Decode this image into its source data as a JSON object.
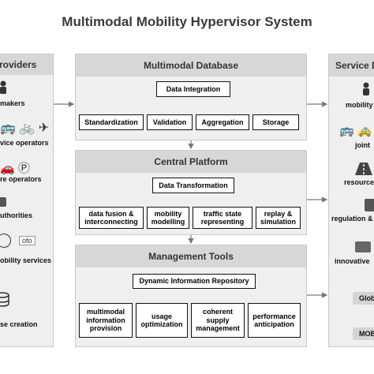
{
  "title": "Multimodal Mobility Hypervisor System",
  "providers": {
    "heading": "roviders",
    "items": [
      {
        "label": "makers",
        "icon": "person-icon"
      },
      {
        "label": "vice operators",
        "icon": "transport-icons"
      },
      {
        "label": "re operators",
        "icon": "parking-icons"
      },
      {
        "label": "uthorities",
        "icon": "authority-icon"
      },
      {
        "label": "obility services",
        "icon": "mobility-service-icons",
        "badge": "ofo"
      },
      {
        "label": "se creation",
        "icon": "database-icon"
      }
    ]
  },
  "database": {
    "heading": "Multimodal Database",
    "root": "Data Integration",
    "children": [
      "Standardization",
      "Validation",
      "Aggregation",
      "Storage"
    ]
  },
  "platform": {
    "heading": "Central Platform",
    "root": "Data Transformation",
    "children": [
      "data fusion & interconnecting",
      "mobility modelling",
      "traffic state representing",
      "replay & simulation"
    ]
  },
  "tools": {
    "heading": "Management Tools",
    "root": "Dynamic Information Repository",
    "children": [
      "multimodal information provision",
      "usage optimization",
      "coherent supply management",
      "performance anticipation"
    ]
  },
  "services": {
    "heading": "Service D",
    "items": [
      {
        "label": "mobility",
        "icon": "person-icon"
      },
      {
        "label": "joint",
        "icon": "transport-icons"
      },
      {
        "label": "resource",
        "icon": "road-icon"
      },
      {
        "label": "regulation &",
        "icon": "regulation-icon"
      },
      {
        "label": "innovative",
        "icon": "innovation-icon"
      }
    ],
    "pills": [
      "Glob",
      "MOB"
    ]
  },
  "colors": {
    "panel": "#efefef",
    "header": "#d7d7d7",
    "border": "#111111",
    "arrow": "#777777"
  }
}
